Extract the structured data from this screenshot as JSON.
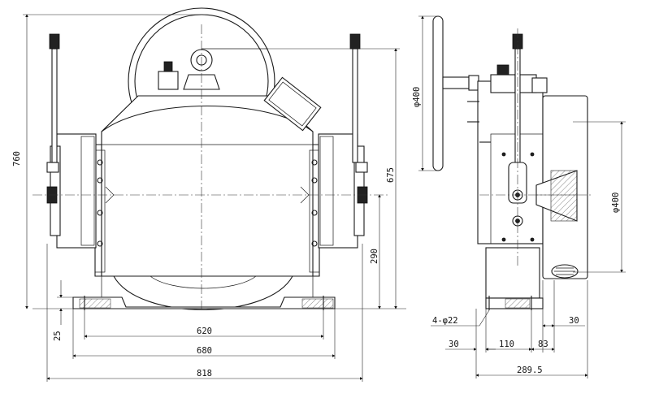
{
  "drawing": {
    "front_view": {
      "dims": {
        "height_total": "760",
        "height_wheel": "675",
        "axis_height": "290",
        "base_thickness": "25",
        "width_620": "620",
        "width_680": "680",
        "width_818": "818"
      }
    },
    "side_view": {
      "dims": {
        "handwheel_dia": "φ400",
        "sheave_dia": "φ400",
        "holes": "4-φ22",
        "offset_30_left": "30",
        "width_110": "110",
        "width_83": "83",
        "offset_30_right": "30",
        "width_289_5": "289.5"
      }
    }
  }
}
